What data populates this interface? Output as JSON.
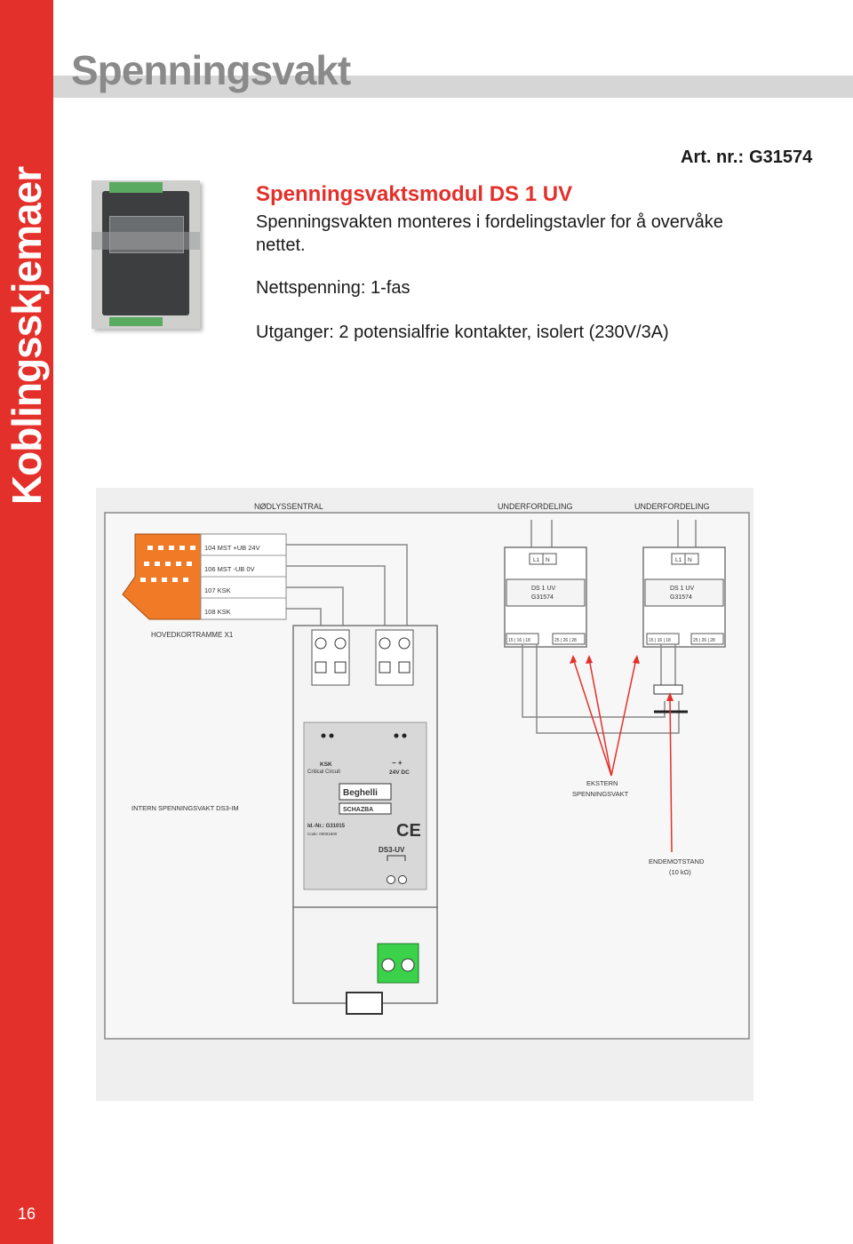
{
  "page": {
    "section_title": "Spenningsvakt",
    "sidebar_title": "Koblingsskjemaer",
    "page_number": "16",
    "colors": {
      "accent": "#e4302b",
      "header_gray": "#8a8a8a",
      "header_bar": "#d6d6d6"
    }
  },
  "product": {
    "art_label": "Art. nr.:",
    "art_number": "G31574",
    "title": "Spenningsvaktsmodul DS 1 UV",
    "description": "Spenningsvakten monteres i fordelingstavler for å overvåke nettet.",
    "mains": "Nettspenning: 1-fas",
    "outputs": "Utganger: 2 potensialfrie kontakter, isolert (230V/3A)"
  },
  "diagram": {
    "central_label": "NØDLYSSENTRAL",
    "sub1_label": "UNDERFORDELING",
    "sub2_label": "UNDERFORDELING",
    "term_104": "104 MST +UB 24V",
    "term_106": "106 MST -UB 0V",
    "term_107": "107 KSK",
    "term_108": "108 KSK",
    "mainboard_label": "HOVEDKORTRAMME X1",
    "internal_label": "INTERN SPENNINGSVAKT DS3-IM",
    "ksk_label": "KSK",
    "critical_label": "Critical Circuit",
    "dc_label": "24V DC",
    "minus_plus": "−  +",
    "brand": "Beghelli",
    "brand2": "SCHAZBA",
    "idnr": "Id.-Nr.: G31015",
    "code": "Code: 00001600",
    "ce": "CE",
    "ds3": "DS3-UV",
    "l1": "L1",
    "n": "N",
    "ds1_name": "DS 1 UV",
    "ds1_code": "G31574",
    "t1": "15 | 16 | 18",
    "t2": "25 | 26 | 28",
    "ext1": "EKSTERN",
    "ext2": "SPENNINGSVAKT",
    "end1": "ENDEMOTSTAND",
    "end2": "(10 kΩ)"
  }
}
